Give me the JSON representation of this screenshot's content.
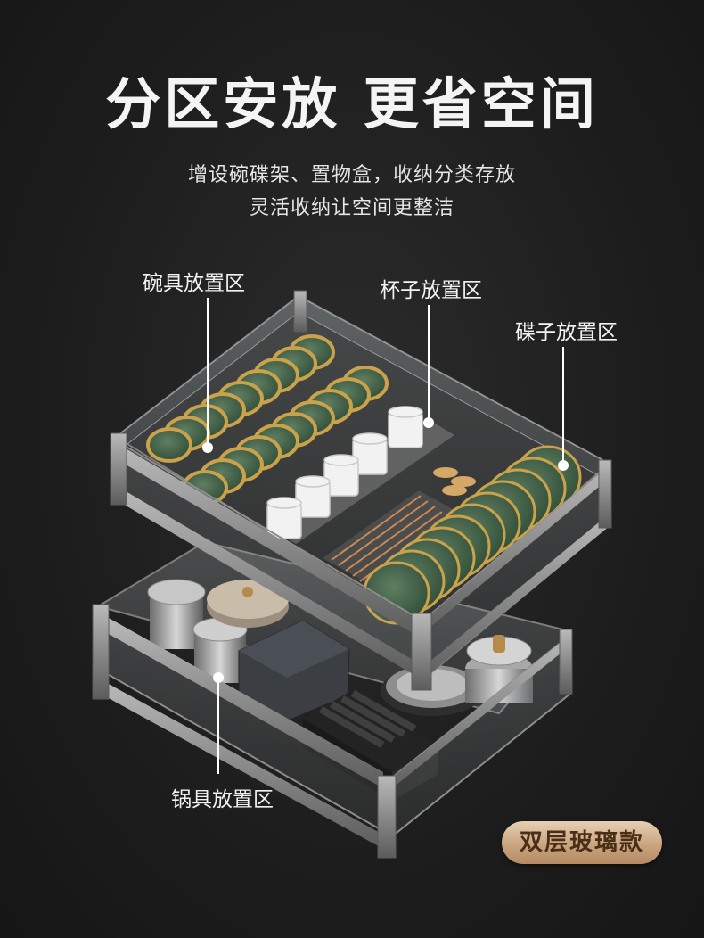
{
  "headline": "分区安放 更省空间",
  "subtitle_line1": "增设碗碟架、置物盒，收纳分类存放",
  "subtitle_line2": "灵活收纳让空间更整洁",
  "callouts": {
    "bowl_zone": "碗具放置区",
    "cup_zone": "杯子放置区",
    "dish_zone": "碟子放置区",
    "pot_zone": "锅具放置区"
  },
  "badge": "双层玻璃款",
  "colors": {
    "background": "#1d1d1d",
    "frame": "#8a8a8a",
    "plate_green": "#4c6a50",
    "gold_rim": "#c9a24b",
    "badge_gold": "#c9a57f"
  }
}
